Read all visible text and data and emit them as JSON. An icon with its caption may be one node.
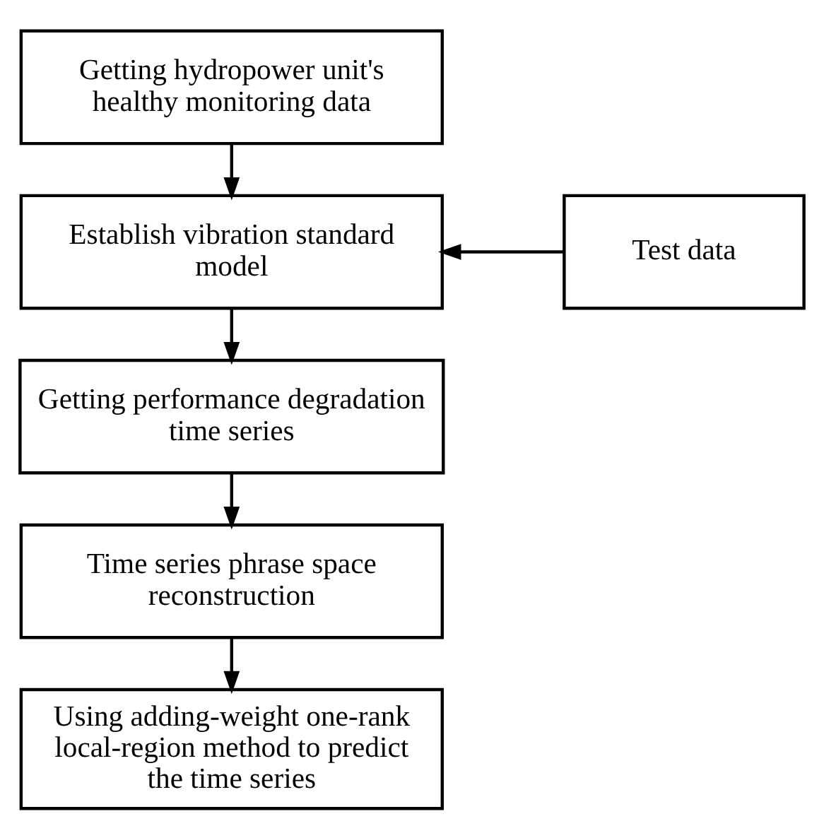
{
  "diagram": {
    "nodes": [
      {
        "text": [
          "Getting hydropower unit's healthy monitoring data"
        ]
      },
      {
        "text": [
          "Establish vibration standard model"
        ]
      },
      {
        "text": [
          "Test data"
        ]
      },
      {
        "text": [
          "Getting performance degradation time series"
        ]
      },
      {
        "text": [
          "Time series phrase space reconstruction"
        ]
      },
      {
        "text": [
          "Using adding-weight one-rank local-region method to predict the time series"
        ]
      }
    ],
    "edges": [
      {
        "from": 0,
        "to": 1,
        "arrow": "to"
      },
      {
        "from": 2,
        "to": 1,
        "arrow": "to"
      },
      {
        "from": 1,
        "to": 3,
        "arrow": "to"
      },
      {
        "from": 3,
        "to": 4,
        "arrow": "to"
      },
      {
        "from": 4,
        "to": 5,
        "arrow": "to"
      }
    ]
  }
}
